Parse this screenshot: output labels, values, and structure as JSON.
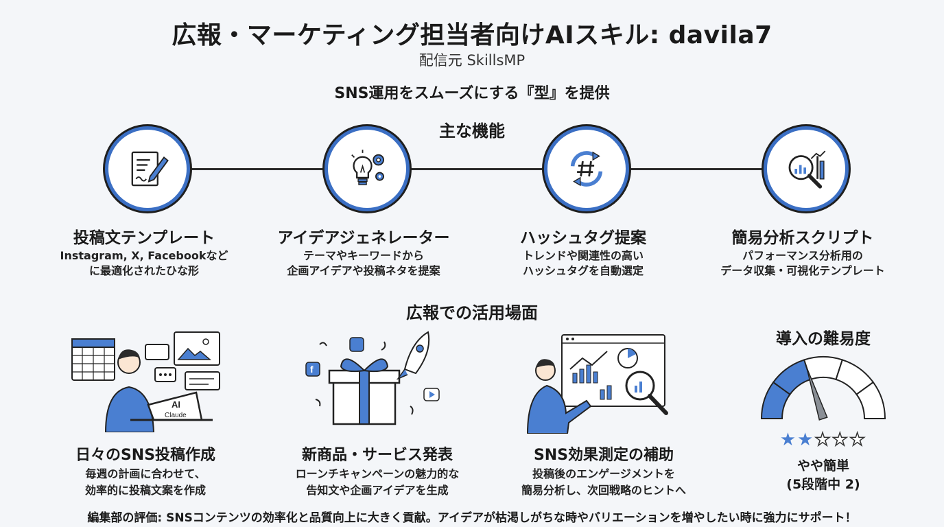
{
  "header": {
    "title": "広報・マーケティング担当者向けAIスキル: davila7",
    "subtitle": "配信元 SkillsMP",
    "tagline": "SNS運用をスムーズにする『型』を提供"
  },
  "features": {
    "title": "主な機能",
    "items": [
      {
        "icon": "document-pen-icon",
        "name": "投稿文テンプレート",
        "desc1": "Instagram, X, Facebookなど",
        "desc2": "に最適化されたひな形"
      },
      {
        "icon": "lightbulb-gears-icon",
        "name": "アイデアジェネレーター",
        "desc1": "テーマやキーワードから",
        "desc2": "企画アイデアや投稿ネタを提案"
      },
      {
        "icon": "hashtag-cycle-icon",
        "name": "ハッシュタグ提案",
        "desc1": "トレンドや関連性の高い",
        "desc2": "ハッシュタグを自動選定"
      },
      {
        "icon": "magnifier-chart-icon",
        "name": "簡易分析スクリプト",
        "desc1": "パフォーマンス分析用の",
        "desc2": "データ収集・可視化テンプレート"
      }
    ]
  },
  "use_cases": {
    "title": "広報での活用場面",
    "items": [
      {
        "name": "日々のSNS投稿作成",
        "desc1": "毎週の計画に合わせて、",
        "desc2": "効率的に投稿文案を作成",
        "laptop_label": "Claude"
      },
      {
        "name": "新商品・サービス発表",
        "desc1": "ローンチキャンペーンの魅力的な",
        "desc2": "告知文や企画アイデアを生成"
      },
      {
        "name": "SNS効果測定の補助",
        "desc1": "投稿後のエンゲージメントを",
        "desc2": "簡易分析し、次回戦略のヒントへ"
      }
    ]
  },
  "difficulty": {
    "title": "導入の難易度",
    "rating": 2,
    "max_rating": 5,
    "level": "やや簡単",
    "scale": "(5段階中 2)"
  },
  "evaluation": "編集部の評価: SNSコンテンツの効率化と品質向上に大きく貢献。アイデアが枯渇しがちな時やバリエーションを増やしたい時に強力にサポート！",
  "colors": {
    "accent": "#4a7fd1",
    "outline": "#1f1f1f",
    "background": "#f4f6f9"
  }
}
